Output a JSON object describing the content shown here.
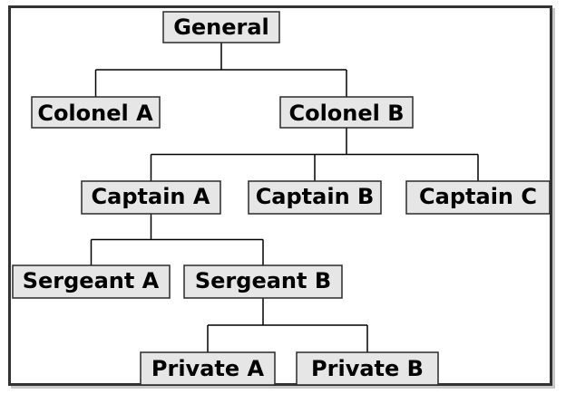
{
  "nodes": [
    {
      "id": "general",
      "label": "General"
    },
    {
      "id": "colonel-a",
      "label": "Colonel A"
    },
    {
      "id": "colonel-b",
      "label": "Colonel B"
    },
    {
      "id": "captain-a",
      "label": "Captain A"
    },
    {
      "id": "captain-b",
      "label": "Captain B"
    },
    {
      "id": "captain-c",
      "label": "Captain C"
    },
    {
      "id": "sergeant-a",
      "label": "Sergeant A"
    },
    {
      "id": "sergeant-b",
      "label": "Sergeant B"
    },
    {
      "id": "private-a",
      "label": "Private A"
    },
    {
      "id": "private-b",
      "label": "Private B"
    }
  ],
  "edges": [
    {
      "from": "general",
      "to": [
        "colonel-a",
        "colonel-b"
      ]
    },
    {
      "from": "colonel-b",
      "to": [
        "captain-a",
        "captain-b",
        "captain-c"
      ]
    },
    {
      "from": "captain-a",
      "to": [
        "sergeant-a",
        "sergeant-b"
      ]
    },
    {
      "from": "sergeant-b",
      "to": [
        "private-a",
        "private-b"
      ]
    }
  ],
  "colors": {
    "node_fill": "#e6e6e6",
    "node_border": "#2a2a2a",
    "line": "#000000"
  }
}
